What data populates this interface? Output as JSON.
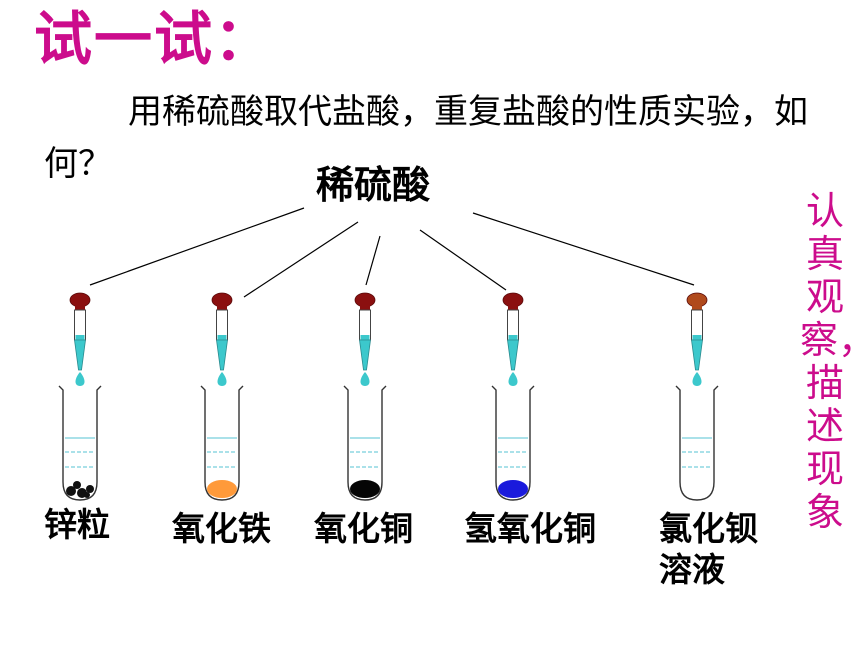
{
  "slide": {
    "title": "试一试：",
    "instruction": "用稀硫酸取代盐酸，重复盐酸的性质实验，如何？",
    "reagent": "稀硫酸",
    "side_note": "认真观察，描述现象"
  },
  "tubes": [
    {
      "label_line1": "锌粒",
      "label_line2": "",
      "solid_color": "#111111",
      "solid_kind": "granules",
      "dropper_cap_color": "#8b1010"
    },
    {
      "label_line1": "氧化铁",
      "label_line2": "",
      "solid_color": "#ff9a3a",
      "solid_kind": "powder",
      "dropper_cap_color": "#8b1010"
    },
    {
      "label_line1": "氧化铜",
      "label_line2": "",
      "solid_color": "#050505",
      "solid_kind": "powder",
      "dropper_cap_color": "#8b1010"
    },
    {
      "label_line1": "氢氧化铜",
      "label_line2": "",
      "solid_color": "#1a1adc",
      "solid_kind": "powder",
      "dropper_cap_color": "#8b1010"
    },
    {
      "label_line1": "氯化钡",
      "label_line2": "溶液",
      "solid_color": "",
      "solid_kind": "none",
      "dropper_cap_color": "#b04a1c"
    }
  ],
  "colors": {
    "accent": "#cc0c8c",
    "acid": "#3cc8cc",
    "liquid_line": "#56c3d3"
  }
}
